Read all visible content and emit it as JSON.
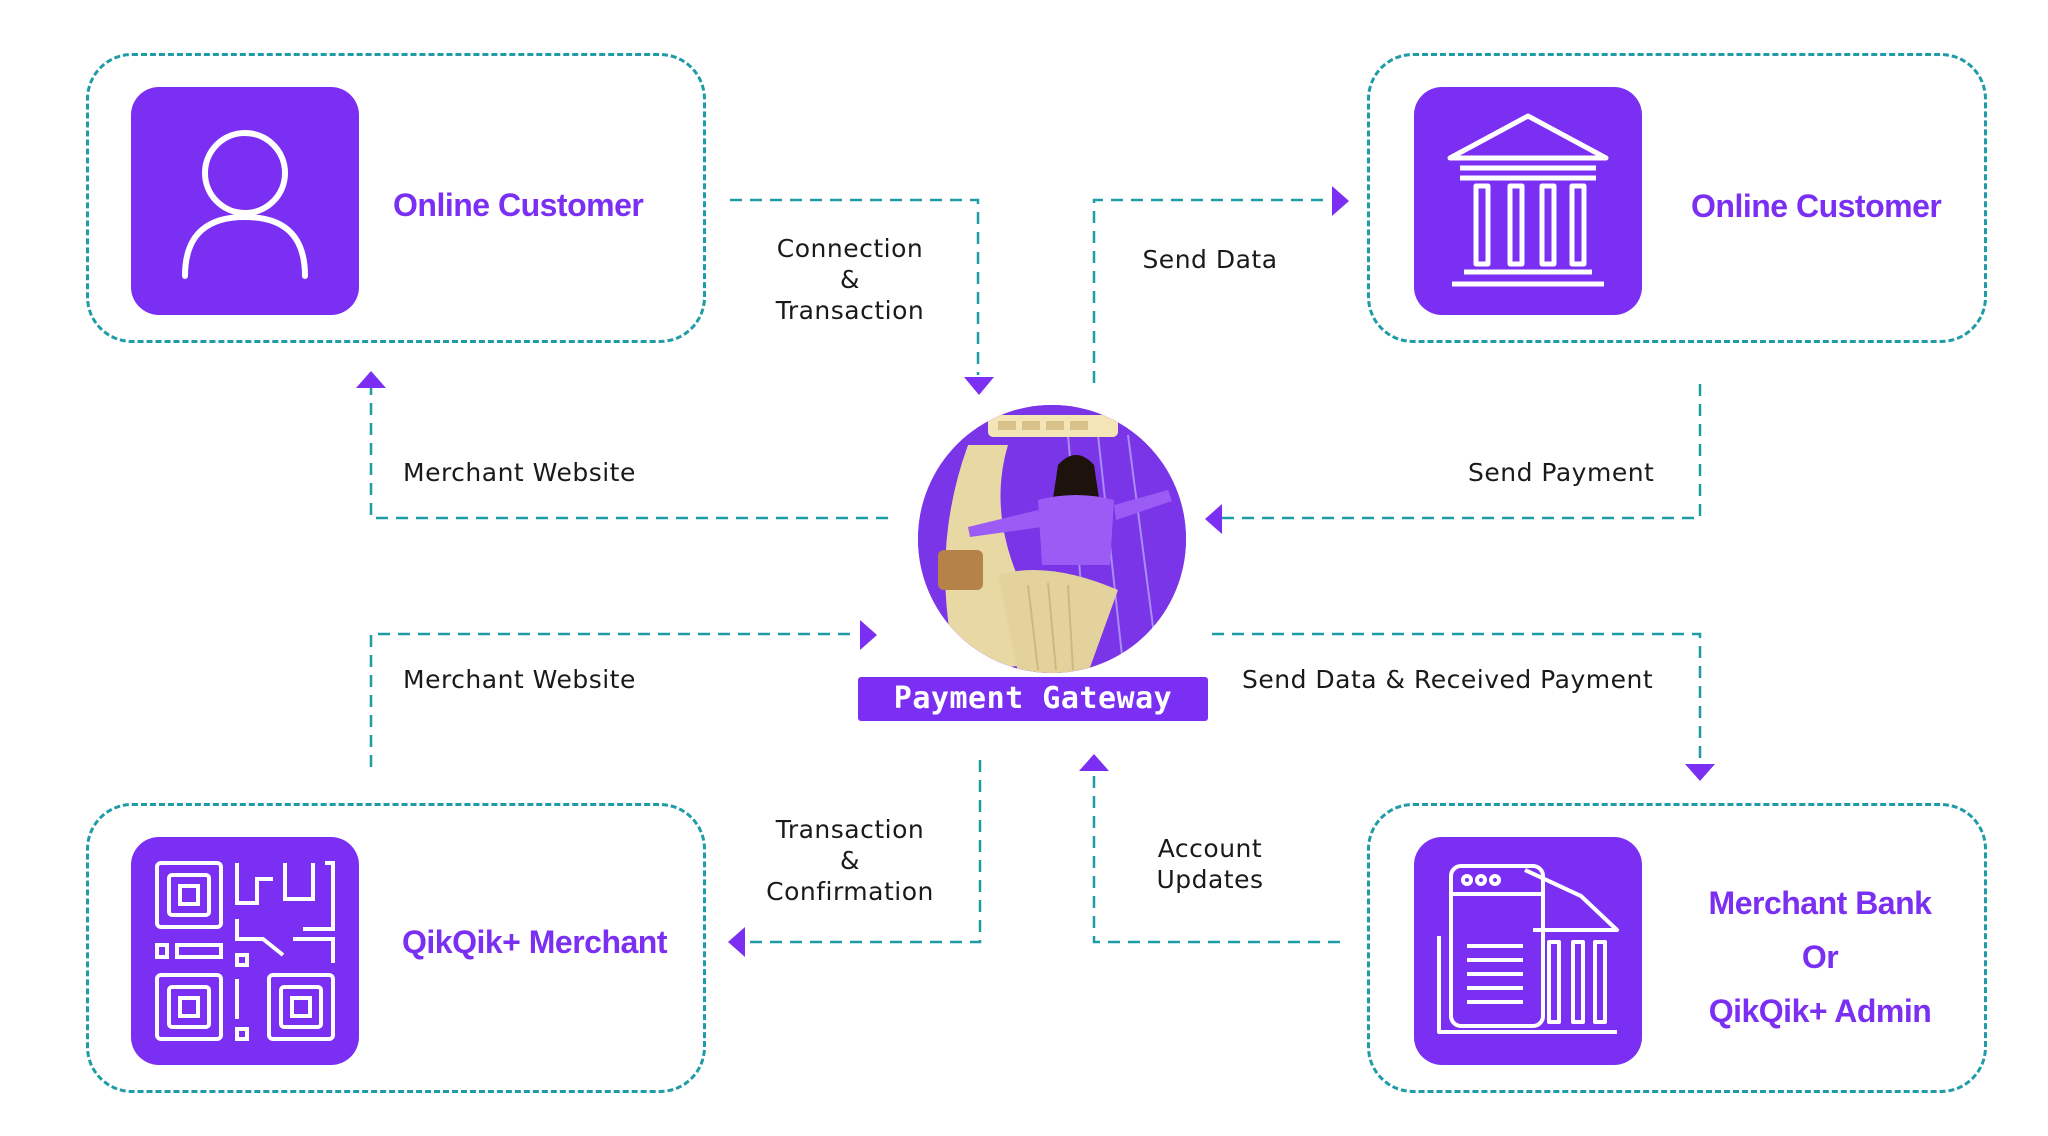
{
  "colors": {
    "accent": "#7b2ff2",
    "connector": "#1f9ca6",
    "text": "#1a1a1a",
    "background": "#ffffff"
  },
  "nodes": {
    "top_left": {
      "title": "Online Customer",
      "icon": "user-icon"
    },
    "top_right": {
      "title": "Online Customer",
      "icon": "bank-icon"
    },
    "bottom_left": {
      "title": "QikQik+ Merchant",
      "icon": "qr-code-icon"
    },
    "bottom_right": {
      "title_lines": [
        "Merchant Bank",
        "Or",
        "QikQik+ Admin"
      ],
      "icon": "merchant-bank-icon"
    }
  },
  "center": {
    "label": "Payment Gateway",
    "image": "woman-with-shopping-bags-illustration"
  },
  "edges": {
    "connection_transaction": [
      "Connection",
      "&",
      "Transaction"
    ],
    "send_data": "Send Data",
    "merchant_website_top": "Merchant Website",
    "send_payment": "Send Payment",
    "merchant_website_bottom": "Merchant Website",
    "send_data_received_payment": "Send Data & Received Payment",
    "transaction_confirmation": [
      "Transaction",
      "&",
      "Confirmation"
    ],
    "account_updates": [
      "Account",
      "Updates"
    ]
  }
}
